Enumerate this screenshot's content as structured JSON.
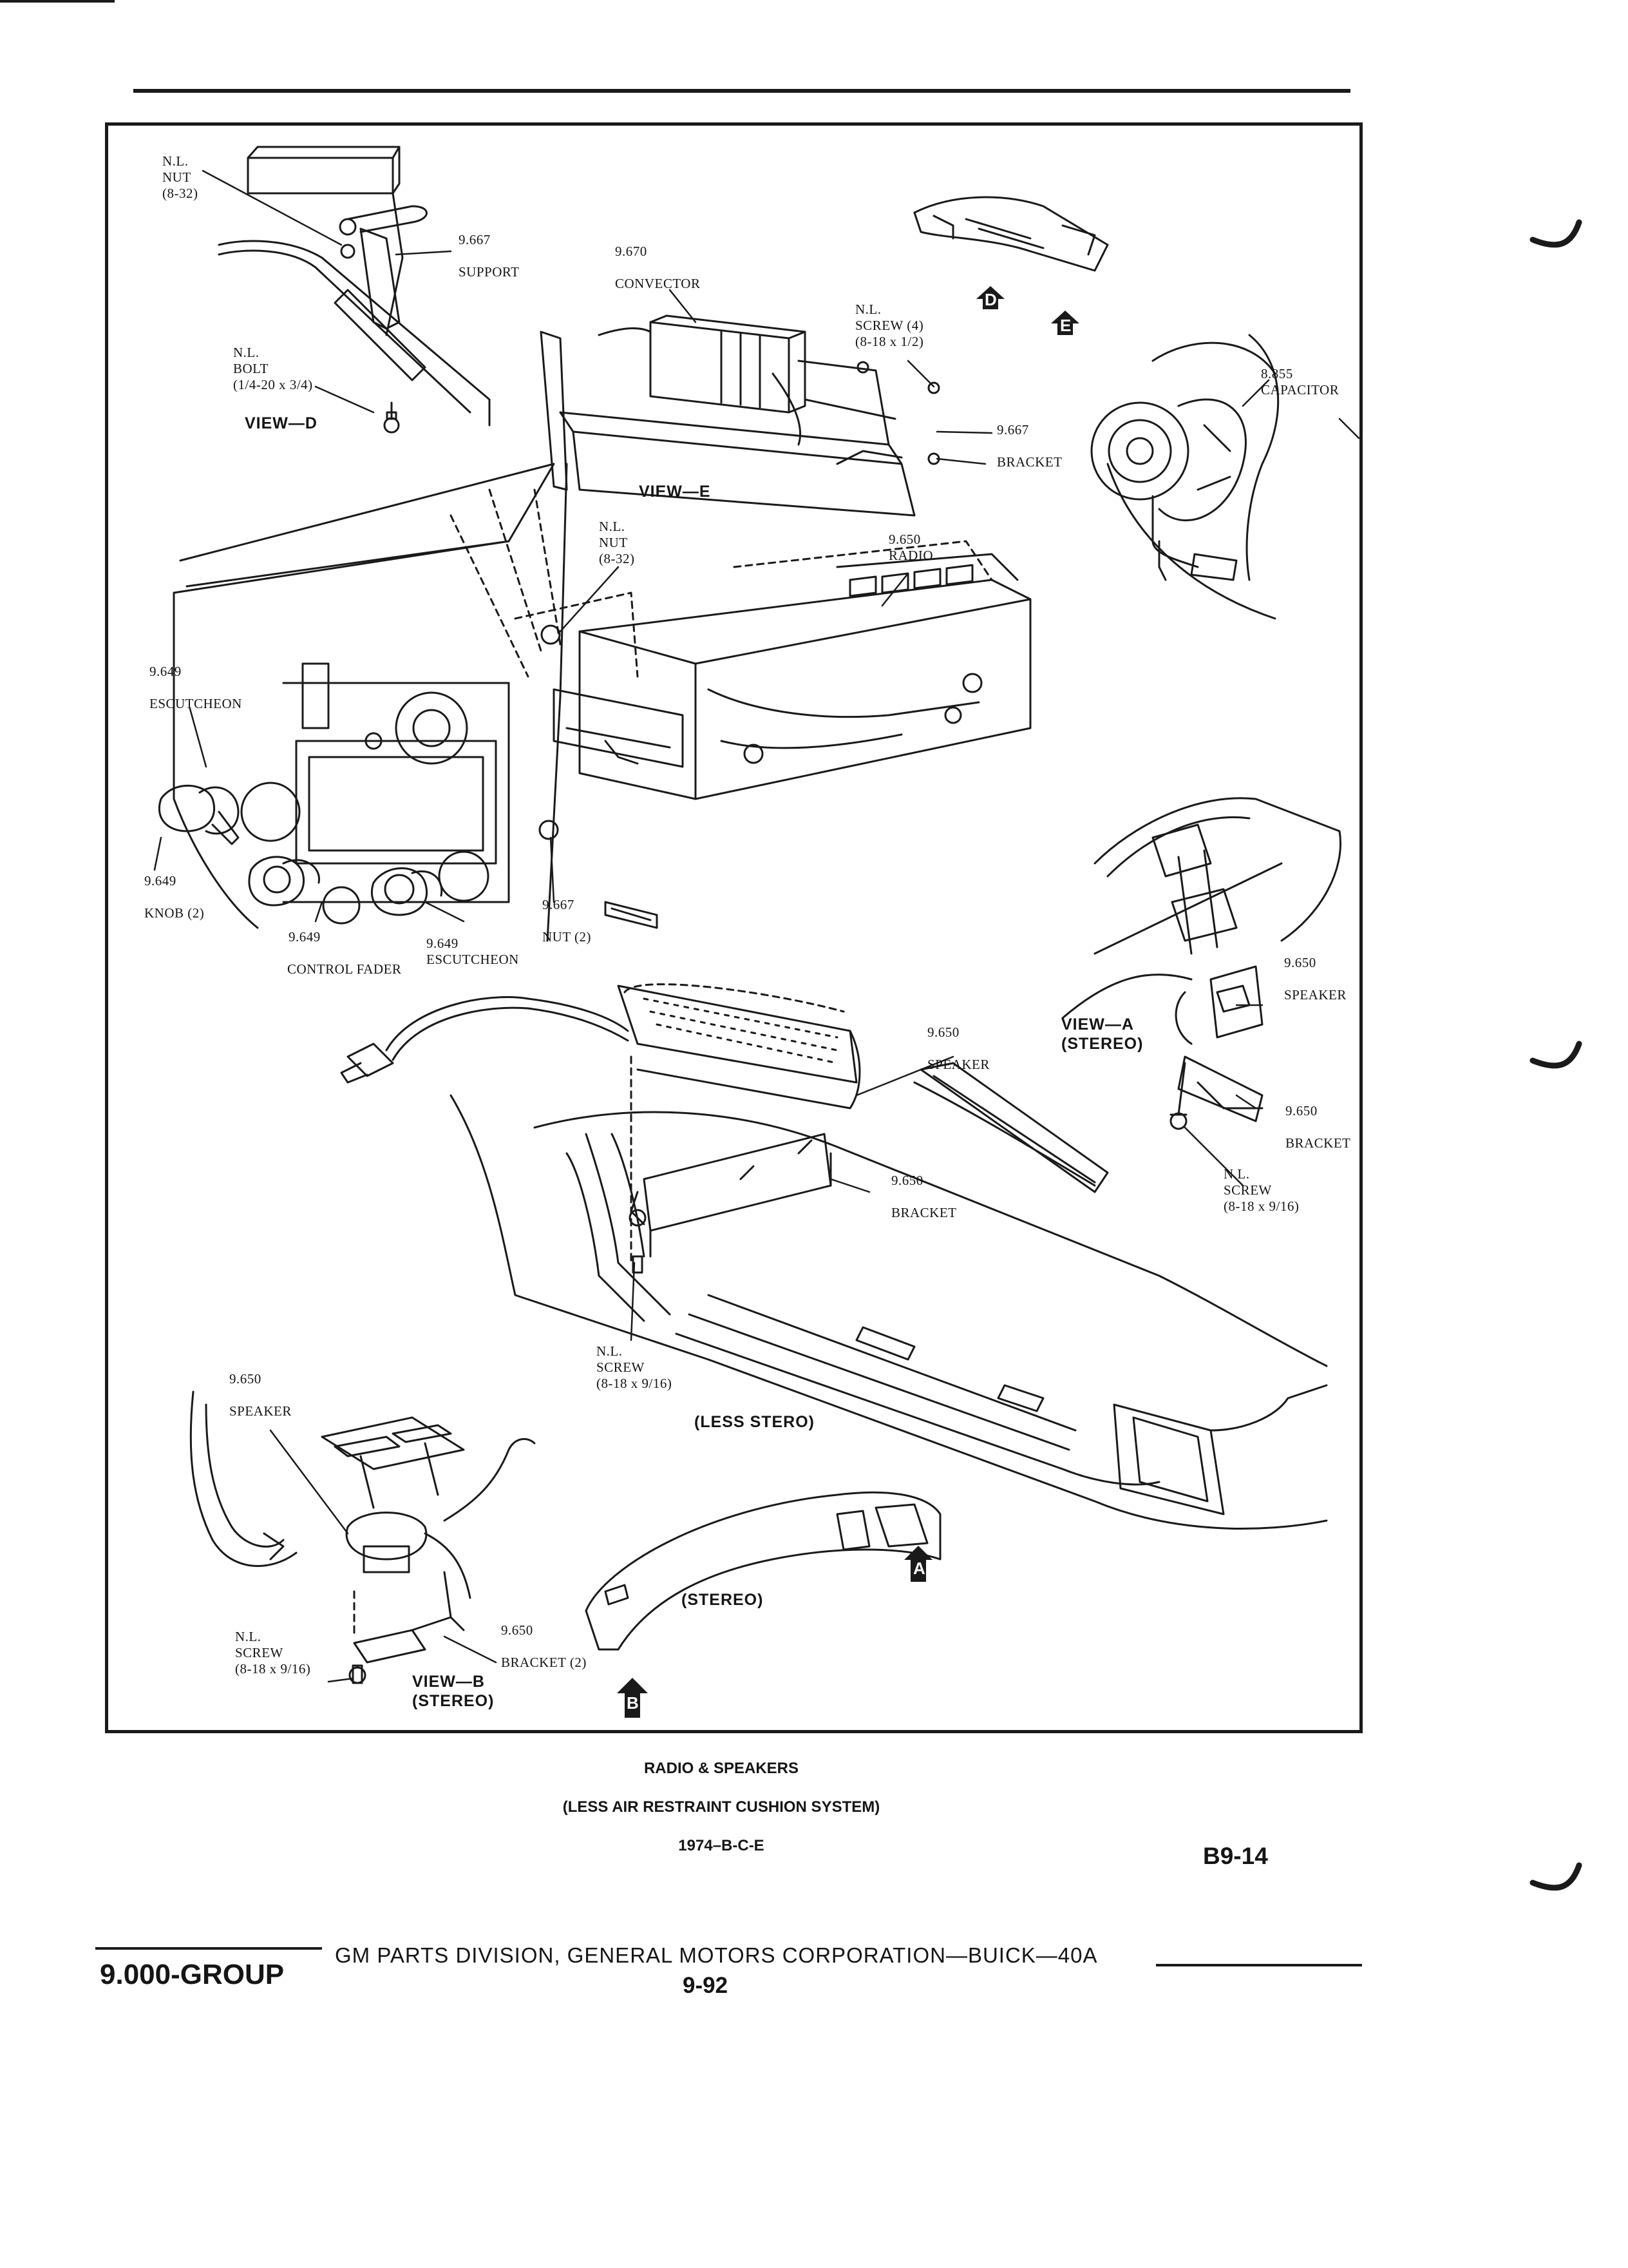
{
  "caption": {
    "line1": "RADIO & SPEAKERS",
    "line2": "(LESS AIR RESTRAINT CUSHION SYSTEM)",
    "line3": "1974–B-C-E"
  },
  "page_id": "B9-14",
  "footer": {
    "group": "9.000-GROUP",
    "division": "GM PARTS DIVISION, GENERAL MOTORS CORPORATION—BUICK—40A",
    "page_number": "9-92"
  },
  "views": {
    "view_d": "VIEW—D",
    "view_e": "VIEW—E",
    "view_a": "VIEW—A\n(STEREO)",
    "view_b": "VIEW—B\n(STEREO)",
    "less_stereo": "(LESS STERO)",
    "stereo": "(STEREO)"
  },
  "badges": {
    "a": "A",
    "b": "B",
    "d": "D",
    "e": "E"
  },
  "callouts": {
    "nl_nut_top": "N.L.\nNUT\n(8-32)",
    "support": "9.667\n\nSUPPORT",
    "nl_bolt": "N.L.\nBOLT\n(1/4-20 x 3/4)",
    "convector": "9.670\n\nCONVECTOR",
    "nl_screw_4": "N.L.\nSCREW (4)\n(8-18 x 1/2)",
    "bracket_967": "9.667\n\nBRACKET",
    "capacitor": "8.855\nCAPACITOR",
    "nl_nut_mid": "N.L.\nNUT\n(8-32)",
    "radio": "9.650\nRADIO",
    "escutcheon_left": "9.649\n\nESCUTCHEON",
    "knob": "9.649\n\nKNOB (2)",
    "escutcheon_low": "9.649",
    "escutcheon_right": "9.649\nESCUTCHEON",
    "nut_2": "9.667\n\nNUT (2)",
    "control_fader": "CONTROL FADER",
    "speaker_a": "9.650\n\nSPEAKER",
    "speaker_center": "9.650\n\nSPEAKER",
    "bracket_a": "9.650\n\nBRACKET",
    "nl_screw_a": "N.L.\nSCREW\n(8-18 x 9/16)",
    "bracket_center": "9.650\n\nBRACKET",
    "nl_screw_center": "N.L.\nSCREW\n(8-18 x 9/16)",
    "speaker_b": "9.650\n\nSPEAKER",
    "bracket_b": "9.650\n\nBRACKET (2)",
    "nl_screw_b": "N.L.\nSCREW\n(8-18 x 9/16)"
  },
  "colors": {
    "ink": "#151515",
    "paper": "#ffffff"
  }
}
